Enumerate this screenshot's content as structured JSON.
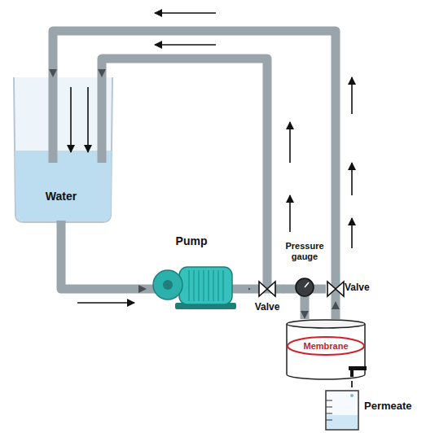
{
  "diagram": {
    "nodes": [
      {
        "text": [
          "Water"
        ]
      },
      {
        "text": [
          "Pump"
        ]
      },
      {
        "text": [
          "Valve"
        ]
      },
      {
        "text": [
          "Pressure gauge"
        ]
      },
      {
        "text": [
          "Valve"
        ]
      },
      {
        "text": [
          "Membrane"
        ]
      },
      {
        "text": [
          "Permeate"
        ]
      }
    ],
    "edges": [
      {
        "from": 0,
        "to": 1,
        "arrow": "to"
      },
      {
        "from": 1,
        "to": 2,
        "arrow": "to"
      },
      {
        "from": 2,
        "to": 0,
        "arrow": "to"
      },
      {
        "from": 2,
        "to": 3,
        "arrow": "none"
      },
      {
        "from": 3,
        "to": 5,
        "arrow": "to"
      },
      {
        "from": 5,
        "to": 4,
        "arrow": "to"
      },
      {
        "from": 4,
        "to": 0,
        "arrow": "to"
      },
      {
        "from": 5,
        "to": 6,
        "arrow": "none"
      }
    ]
  }
}
